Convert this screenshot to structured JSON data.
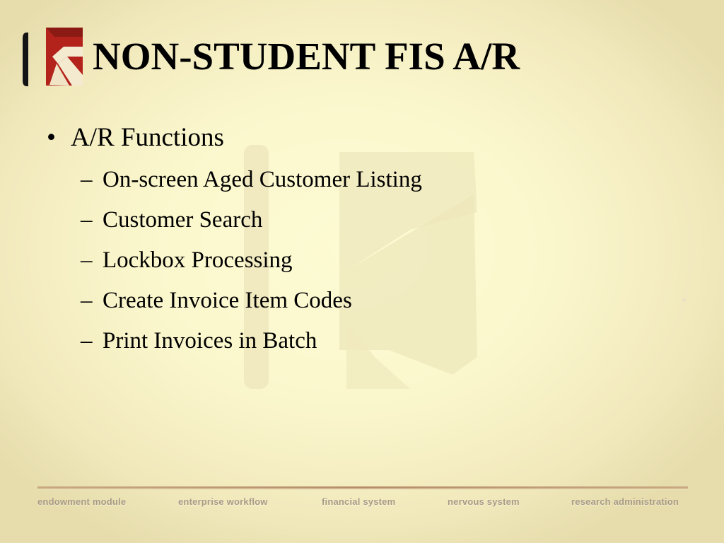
{
  "slide": {
    "title": "NON-STUDENT FIS A/R",
    "bullet": {
      "marker": "•",
      "label": "A/R Functions",
      "sub_marker": "–",
      "items": [
        "On-screen Aged Customer Listing",
        "Customer Search",
        "Lockbox Processing",
        "Create Invoice Item Codes",
        "Print Invoices in Batch"
      ]
    }
  },
  "footer": {
    "items": [
      "endowment module",
      "enterprise workflow",
      "financial system",
      "nervous system",
      "research administration"
    ]
  },
  "logo": {
    "icon": "k-logo-icon",
    "colors": {
      "dark_red": "#7b1414",
      "red": "#b3231c",
      "black": "#141414"
    }
  }
}
